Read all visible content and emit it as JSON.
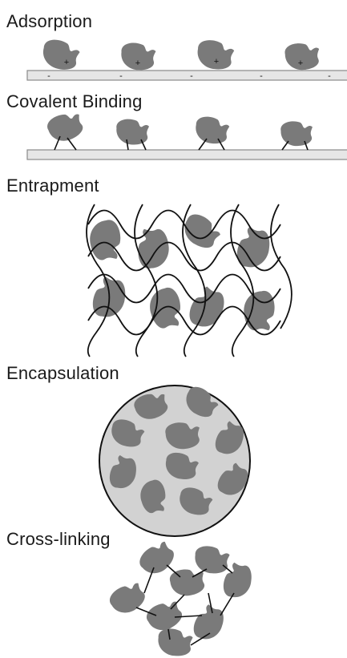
{
  "sections": {
    "adsorption": {
      "title": "Adsorption",
      "enzyme_charge": "+",
      "support_charge": "-"
    },
    "covalent": {
      "title": "Covalent Binding"
    },
    "entrapment": {
      "title": "Entrapment"
    },
    "encapsulation": {
      "title": "Encapsulation"
    },
    "crosslinking": {
      "title": "Cross-linking"
    }
  },
  "colors": {
    "enzyme": "#7a7a7a",
    "support_fill": "#e6e6e6",
    "support_stroke": "#8a8a8a",
    "capsule_fill": "#d2d2d2",
    "lines": "#111111"
  },
  "icons": {
    "enzyme": "enzyme-blob-icon",
    "support": "solid-support-bar",
    "capsule": "capsule-circle"
  }
}
